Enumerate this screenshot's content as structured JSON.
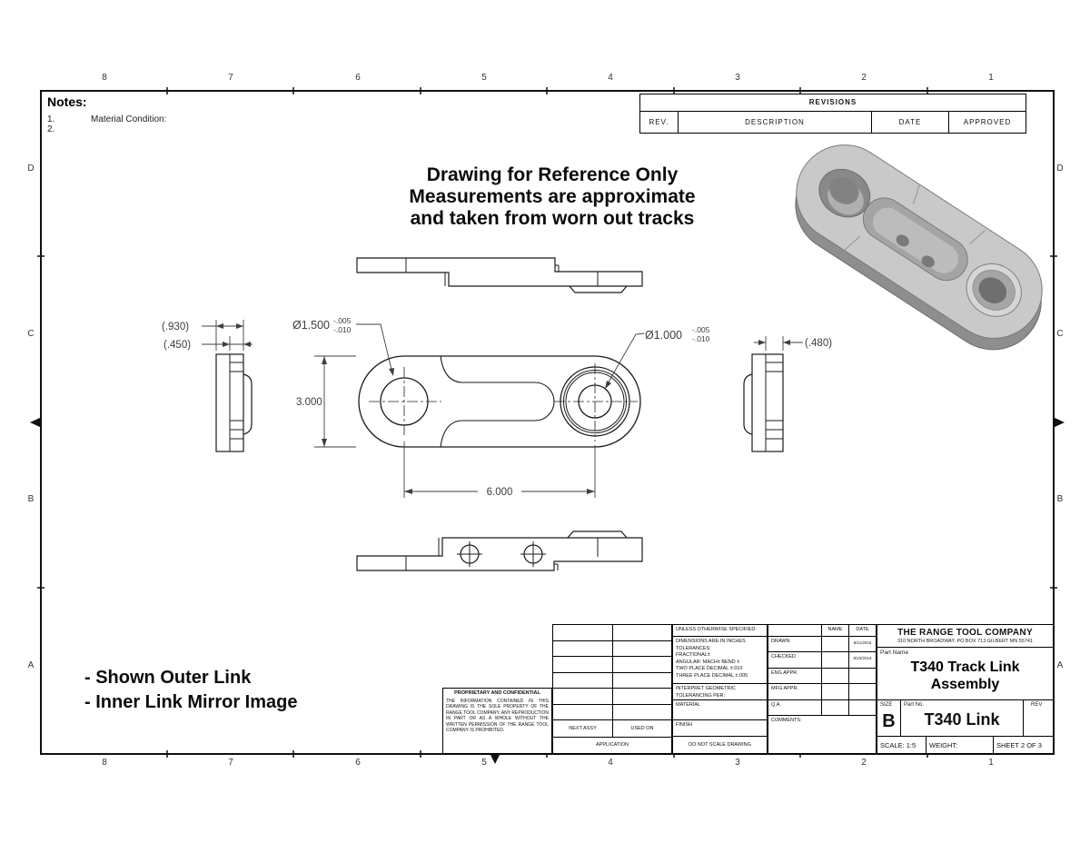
{
  "sheet": {
    "zones_top": [
      "8",
      "7",
      "6",
      "5",
      "4",
      "3",
      "2",
      "1"
    ],
    "zones_bottom": [
      "8",
      "7",
      "6",
      "5",
      "4",
      "3",
      "2",
      "1"
    ],
    "zones_left": [
      "D",
      "C",
      "B",
      "A"
    ],
    "zones_right": [
      "D",
      "C",
      "B",
      "A"
    ]
  },
  "notes": {
    "heading": "Notes:",
    "item1_num": "1.",
    "item1_text": "Material Condition:",
    "item2_num": "2.",
    "item2_text": ""
  },
  "revisions": {
    "title": "REVISIONS",
    "col_rev": "REV.",
    "col_description": "DESCRIPTION",
    "col_date": "DATE",
    "col_approved": "APPROVED"
  },
  "reference_note": {
    "line1": "Drawing for Reference Only",
    "line2": "Measurements are approximate",
    "line3": "and taken from worn out tracks"
  },
  "link_note": {
    "line1": "- Shown Outer Link",
    "line2": "- Inner Link Mirror Image"
  },
  "dimensions": {
    "outer_width": "(.930)",
    "inner_width": "(.450)",
    "left_hole_dia": "Ø1.500",
    "left_hole_tol_top": "-.005",
    "left_hole_tol_bot": "-.010",
    "right_hole_dia": "Ø1.000",
    "right_hole_tol_top": "-.005",
    "right_hole_tol_bot": "-.010",
    "link_height": "3.000",
    "pitch_length": "6.000",
    "right_width": "(.480)"
  },
  "title_block": {
    "proprietary": {
      "title": "PROPRIETARY AND CONFIDENTIAL",
      "body": "THE INFORMATION CONTAINED IN THIS DRAWING IS THE SOLE PROPERTY OF THE RANGE TOOL COMPANY.  ANY REPRODUCTION IN PART OR AS A WHOLE WITHOUT THE WRITTEN PERMISSION OF THE RANGE TOOL COMPANY IS PROHIBITED."
    },
    "application": {
      "next_assy": "NEXT ASSY",
      "used_on": "USED ON",
      "label": "APPLICATION"
    },
    "tolerance": {
      "header": "UNLESS OTHERWISE SPECIFIED:",
      "line1": "DIMENSIONS ARE IN INCHES",
      "line2": "TOLERANCES:",
      "line3": "FRACTIONAL±",
      "line4": "ANGULAR: MACH±   BEND ±",
      "line5": "TWO PLACE DECIMAL   ±.010",
      "line6": "THREE PLACE DECIMAL ±.005",
      "interpret1": "INTERPRET GEOMETRIC",
      "interpret2": "TOLERANCING PER:",
      "material": "MATERIAL",
      "finish": "FINISH",
      "do_not_scale": "DO NOT SCALE DRAWING"
    },
    "approvals": {
      "col_name": "NAME",
      "col_date": "DATE",
      "rows": [
        {
          "label": "DRAWN",
          "date": "8/11/2016"
        },
        {
          "label": "CHECKED",
          "date": "8/23/2016"
        },
        {
          "label": "ENG APPR.",
          "date": ""
        },
        {
          "label": "MFG APPR.",
          "date": ""
        },
        {
          "label": "Q.A.",
          "date": ""
        }
      ],
      "comments": "COMMENTS:"
    },
    "company": {
      "name": "THE RANGE TOOL COMPANY",
      "address": "310 NORTH BROADWAY. PO BOX 713 GILBERT MN 55741"
    },
    "part_name_label": "Part Name",
    "part_name_line1": "T340 Track Link",
    "part_name_line2": "Assembly",
    "size_label": "SIZE",
    "size_value": "B",
    "part_no_label": "Part No.",
    "part_no_value": "T340 Link",
    "rev_label": "REV",
    "scale": "SCALE: 1:5",
    "weight_label": "WEIGHT:",
    "sheet_label": "SHEET 2 OF 3"
  }
}
